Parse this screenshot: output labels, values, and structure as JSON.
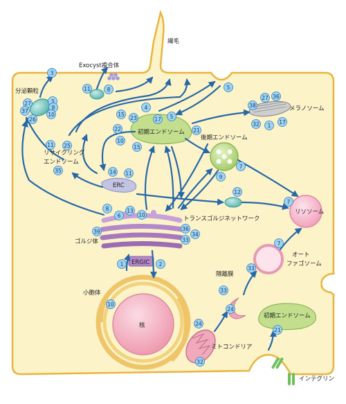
{
  "labels": {
    "cilium": "繊毛",
    "exocyst": "Exocyst複合体",
    "secretory_granule": "分泌顆粒",
    "melanosome": "メラノソーム",
    "early_endosome_top": "初期エンドソーム",
    "late_endosome": "後期エンドソーム",
    "recycling_endosome_line1": "リサイクリング",
    "recycling_endosome_line2": "エンドソーム",
    "erc": "ERC",
    "lysosome": "リソソーム",
    "tgn": "トランスゴルジネットワーク",
    "golgi": "ゴルジ体",
    "ergic": "ERGIC",
    "autophagosome_line1": "オート",
    "autophagosome_line2": "ファゴソーム",
    "isolation_membrane": "隔離膜",
    "er": "小胞体",
    "nucleus": "核",
    "mitochondria": "ミトコンドリア",
    "early_endosome_bottom": "初期エンドソーム",
    "integrin": "インテグリン"
  },
  "badges": {
    "b_3_top": "3",
    "b_11_vesicle": "11",
    "b_8_vesicle": "8",
    "b_5_right": "5",
    "b_27_gran": "27",
    "b_3_gran": "3",
    "b_8_gran": "8",
    "b_37_gran": "37",
    "b_10_gran": "10",
    "b_26_gran": "26",
    "b_4_ee": "4",
    "b_15_ee": "15",
    "b_23_ee": "23",
    "b_17_ee": "17",
    "b_5_ee": "5",
    "b_22_ee": "22",
    "b_21_ee": "21",
    "b_10_ee": "10",
    "b_15_ee2": "15",
    "b_27_mel": "27",
    "b_36_mel": "36",
    "b_38_mel": "38",
    "b_32_mel": "32",
    "b_1_mel": "1",
    "b_17_mel": "17",
    "b_11_rec": "11",
    "b_25_rec": "25",
    "b_35_rec": "35",
    "b_14_erc": "14",
    "b_11_erc": "11",
    "b_7_late": "7",
    "b_9_late": "9",
    "b_12_ves": "12",
    "b_7_lys": "7",
    "b_8_golgi": "8",
    "b_6_golgi": "6",
    "b_13_golgi": "13",
    "b_10_golgi": "10",
    "b_39_golgi": "39",
    "b_36_golgi": "36",
    "b_34_golgi": "34",
    "b_33_golgi": "33",
    "b_1_ergic": "1",
    "b_2_ergic": "2",
    "b_7_auto": "7",
    "b_33_auto": "33",
    "b_33_iso": "33",
    "b_24_iso": "24",
    "b_10_er": "10",
    "b_24_mito": "24",
    "b_32_mito": "32",
    "b_21_ee2": "21"
  },
  "colors": {
    "cell_fill": "#fcf3c9",
    "cell_stroke": "#e9b43c",
    "arrow": "#2567a8",
    "badge_fill": "#9fd3f2",
    "badge_stroke": "#2f7fbd",
    "golgi": "#b07fc4",
    "endosome_green": "#c3df8e",
    "lysosome": "#f7b8cc",
    "nucleus": "#f4a7b8",
    "melanosome": "#bdbdbd",
    "vesicle": "#7ac9c4"
  }
}
